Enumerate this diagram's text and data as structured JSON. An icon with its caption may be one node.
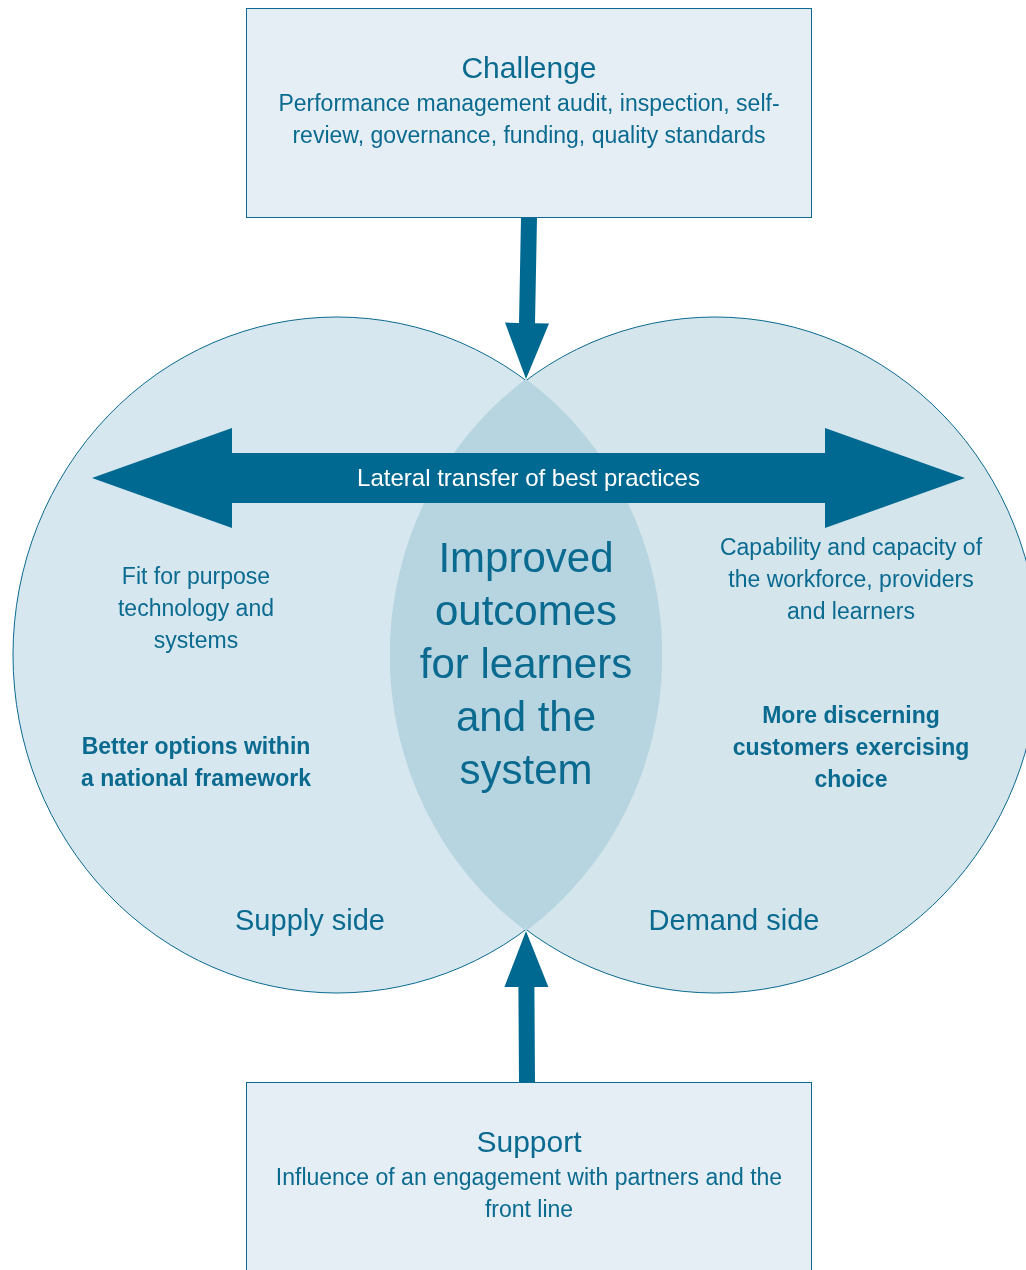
{
  "diagram": {
    "nodes": [
      {
        "text": [
          "Challenge",
          "Performance management audit, inspection, self-review, governance, funding, quality standards"
        ]
      },
      {
        "text": [
          "Fit for purpose technology and systems",
          "Better options within a national framework",
          "Supply side"
        ]
      },
      {
        "text": [
          "Capability and capacity of the workforce, providers and learners",
          "More discerning customers exercising choice",
          "Demand side"
        ]
      },
      {
        "text": [
          "Improved outcomes for learners and the system"
        ]
      },
      {
        "text": [
          "Support",
          "Influence of an engagement with partners and the front line"
        ]
      }
    ],
    "edges": [
      {
        "from": 0,
        "to": 3,
        "arrow": "to",
        "style": "thick"
      },
      {
        "from": 1,
        "to": 2,
        "arrow": "both",
        "style": "thick",
        "label": "Lateral transfer of best practices"
      },
      {
        "from": 4,
        "to": 3,
        "arrow": "to",
        "style": "thick"
      }
    ]
  }
}
